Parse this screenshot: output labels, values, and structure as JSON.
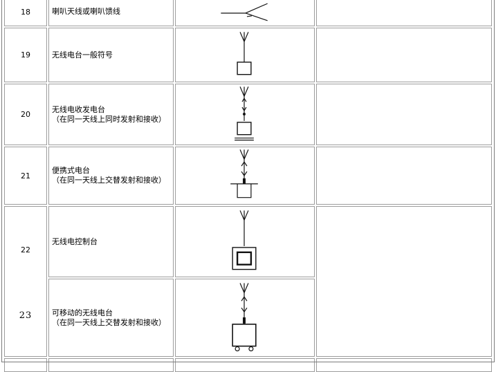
{
  "rows": [
    {
      "num": "18",
      "name": "喇叭天线或喇叭馈线",
      "note": "",
      "symbol_icon": "horn-antenna-feeder-symbol"
    },
    {
      "num": "19",
      "name": "无线电台一般符号",
      "note": "",
      "symbol_icon": "radio-station-general-symbol"
    },
    {
      "num": "20",
      "name": "无线电收发电台",
      "note": "（在同一天线上同时发射和接收）",
      "symbol_icon": "transceiver-station-symbol"
    },
    {
      "num": "21",
      "name": "便携式电台",
      "note": "（在同一天线上交替发射和接收）",
      "symbol_icon": "portable-station-symbol"
    },
    {
      "num": "22",
      "name": "无线电控制台",
      "note": "",
      "symbol_icon": "radio-control-station-symbol"
    },
    {
      "num": "23",
      "name": "可移动的无线电台",
      "note": "（在同一天线上交替发射和接收）",
      "symbol_icon": "mobile-radio-station-symbol"
    }
  ]
}
